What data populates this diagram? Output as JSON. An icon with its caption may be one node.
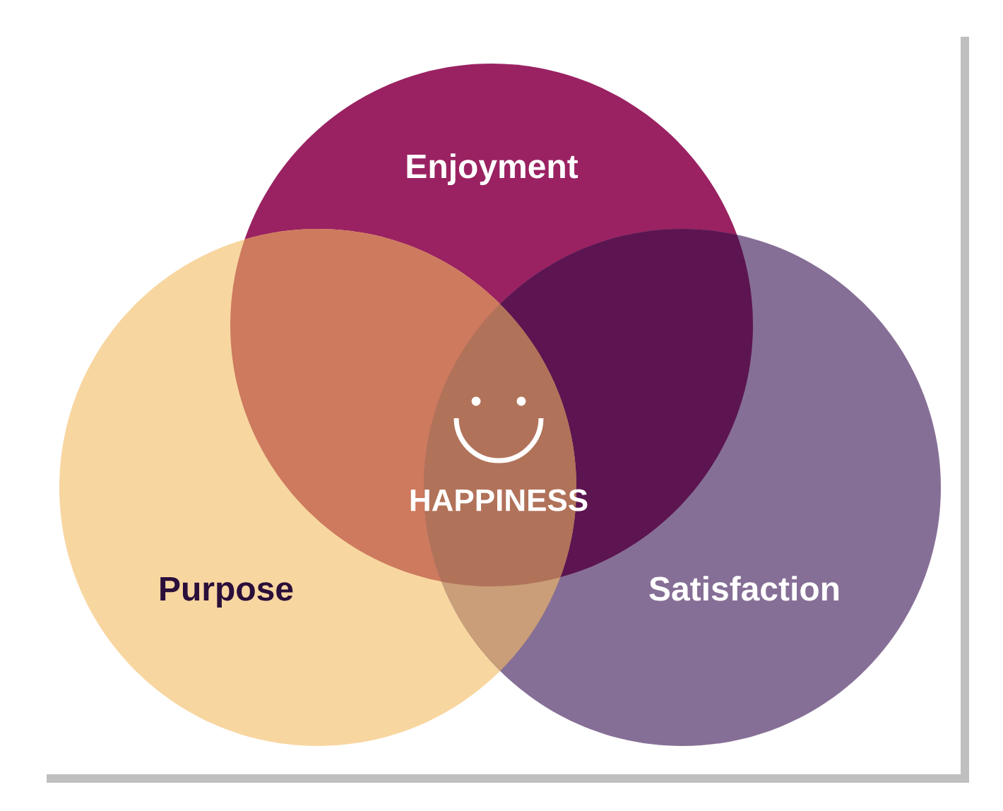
{
  "diagram": {
    "nodes": [
      {
        "text": [
          "Enjoyment"
        ]
      },
      {
        "text": [
          "Purpose"
        ]
      },
      {
        "text": [
          "Satisfaction"
        ]
      }
    ],
    "labels": [
      "HAPPINESS"
    ]
  }
}
